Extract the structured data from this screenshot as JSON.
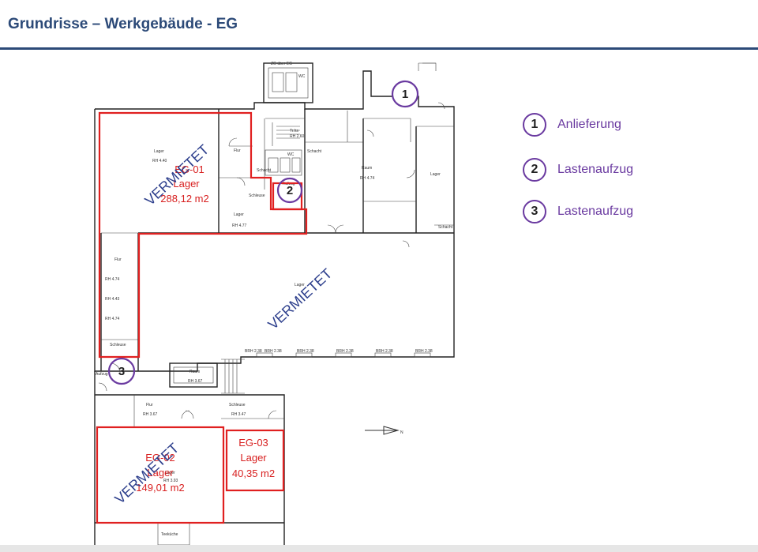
{
  "page": {
    "title": "Grundrisse – Werkgebäude - EG"
  },
  "legend": [
    {
      "number": "1",
      "label": "Anlieferung"
    },
    {
      "number": "2",
      "label": "Lastenaufzug"
    },
    {
      "number": "3",
      "label": "Lastenaufzug"
    }
  ],
  "markers": [
    "1",
    "2",
    "3"
  ],
  "units": [
    {
      "id": "EG-01",
      "use": "Lager",
      "area": "288,12 m2",
      "status": "VERMIETET"
    },
    {
      "id": "EG-02",
      "use": "Lager",
      "area": "149,01 m2",
      "status": "VERMIETET"
    },
    {
      "id": "EG-03",
      "use": "Lager",
      "area": "40,35 m2"
    }
  ],
  "main_hall_status": "VERMIETET",
  "room_labels": {
    "zg": "ZG über EG",
    "wc": "WC",
    "lager": "Lager",
    "raum": "Raum",
    "flur": "Flur",
    "schleuse": "Schleuse",
    "aufzug": "Aufzug",
    "schacht": "Schacht",
    "trhs": "Tr.hs",
    "teekueche": "Teeküche",
    "north": "N"
  },
  "height_labels": {
    "rh440": "RH 4.40",
    "rh474": "RH 4.74",
    "rh477": "RH 4.77",
    "rh443": "RH 4.43",
    "rh367": "RH 3.67",
    "rh347": "RH 3.47",
    "rh393": "RH 3.93",
    "rh260": "RH 2.60",
    "brh": "BRH 2.38"
  }
}
